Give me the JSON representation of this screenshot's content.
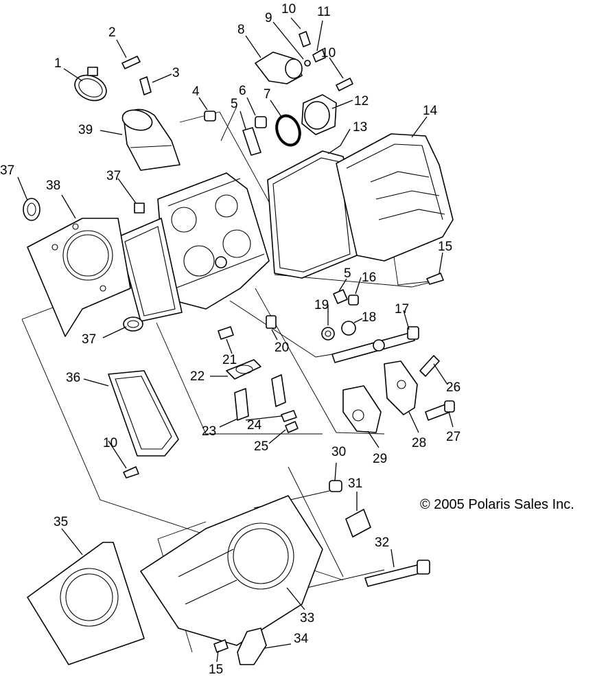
{
  "diagram": {
    "copyright": "© 2005 Polaris Sales Inc.",
    "callouts": [
      {
        "id": "c1",
        "text": "1"
      },
      {
        "id": "c2",
        "text": "2"
      },
      {
        "id": "c3",
        "text": "3"
      },
      {
        "id": "c4",
        "text": "4"
      },
      {
        "id": "c5a",
        "text": "5"
      },
      {
        "id": "c5b",
        "text": "5"
      },
      {
        "id": "c6",
        "text": "6"
      },
      {
        "id": "c7",
        "text": "7"
      },
      {
        "id": "c8",
        "text": "8"
      },
      {
        "id": "c9",
        "text": "9"
      },
      {
        "id": "c10a",
        "text": "10"
      },
      {
        "id": "c10b",
        "text": "10"
      },
      {
        "id": "c10c",
        "text": "10"
      },
      {
        "id": "c11",
        "text": "11"
      },
      {
        "id": "c12",
        "text": "12"
      },
      {
        "id": "c13",
        "text": "13"
      },
      {
        "id": "c14",
        "text": "14"
      },
      {
        "id": "c15a",
        "text": "15"
      },
      {
        "id": "c15b",
        "text": "15"
      },
      {
        "id": "c16",
        "text": "16"
      },
      {
        "id": "c17",
        "text": "17"
      },
      {
        "id": "c18",
        "text": "18"
      },
      {
        "id": "c19",
        "text": "19"
      },
      {
        "id": "c20",
        "text": "20"
      },
      {
        "id": "c21",
        "text": "21"
      },
      {
        "id": "c22",
        "text": "22"
      },
      {
        "id": "c23",
        "text": "23"
      },
      {
        "id": "c24",
        "text": "24"
      },
      {
        "id": "c25",
        "text": "25"
      },
      {
        "id": "c26",
        "text": "26"
      },
      {
        "id": "c27",
        "text": "27"
      },
      {
        "id": "c28",
        "text": "28"
      },
      {
        "id": "c29",
        "text": "29"
      },
      {
        "id": "c30",
        "text": "30"
      },
      {
        "id": "c31",
        "text": "31"
      },
      {
        "id": "c32",
        "text": "32"
      },
      {
        "id": "c33",
        "text": "33"
      },
      {
        "id": "c34",
        "text": "34"
      },
      {
        "id": "c35",
        "text": "35"
      },
      {
        "id": "c36",
        "text": "36"
      },
      {
        "id": "c37a",
        "text": "37"
      },
      {
        "id": "c37b",
        "text": "37"
      },
      {
        "id": "c37c",
        "text": "37"
      },
      {
        "id": "c38",
        "text": "38"
      },
      {
        "id": "c39",
        "text": "39"
      }
    ]
  }
}
